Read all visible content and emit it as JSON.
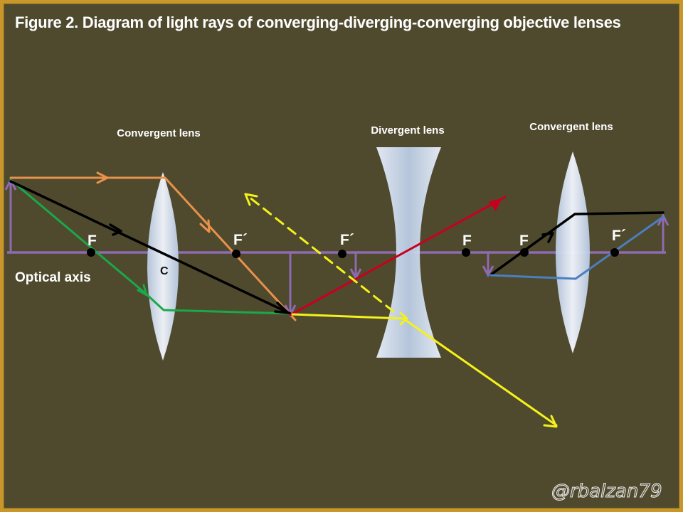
{
  "title": "Figure 2. Diagram of light rays of converging-diverging-converging objective lenses",
  "lenses": {
    "convergent_1_label": "Convergent lens",
    "divergent_label": "Divergent lens",
    "convergent_2_label": "Convergent lens"
  },
  "focal_labels": {
    "f1": "F",
    "f1_prime": "F´",
    "f2_prime": "F´",
    "f2": "F",
    "f3": "F",
    "f3_prime": "F´"
  },
  "center_label": "C",
  "optical_axis_label": "Optical axis",
  "watermark": "@rbalzan79",
  "colors": {
    "background": "#4f4a2e",
    "border": "#c9962a",
    "axis": "#8e6ab0",
    "ray_orange": "#e8924a",
    "ray_black": "#000000",
    "ray_green": "#1aa84a",
    "ray_red": "#c8001e",
    "ray_yellow": "#f4f21a",
    "ray_blue": "#4a7fc0",
    "lens": "#dfe8f5"
  }
}
